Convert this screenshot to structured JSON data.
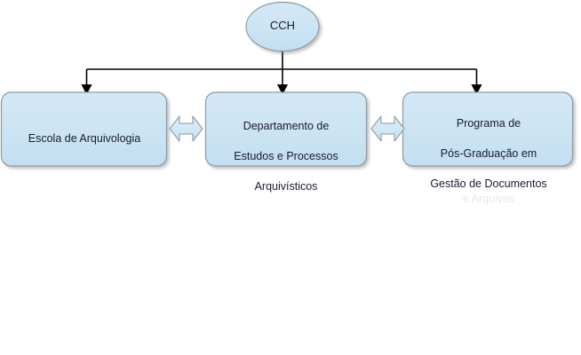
{
  "diagram": {
    "type": "organizational-hierarchy",
    "title": "",
    "background_color": "#ffffff",
    "node_fill_color": "#cce4f2",
    "node_border_color": "#8d9aa5",
    "connector_color": "#000000",
    "text_color": "#1a1a2e",
    "root": {
      "id": "cch",
      "shape": "ellipse",
      "label": "CCH"
    },
    "children": [
      {
        "id": "escola-arquivologia",
        "shape": "rounded-rectangle",
        "label": "Escola de Arquivologia",
        "lines": [
          "Escola de Arquivologia"
        ]
      },
      {
        "id": "departamento-estudos-processos",
        "shape": "rounded-rectangle",
        "label": "Departamento de Estudos e Processos Arquivísticos",
        "lines": [
          "Departamento de",
          "Estudos e Processos",
          "Arquivísticos"
        ]
      },
      {
        "id": "programa-pos-graduacao",
        "shape": "rounded-rectangle",
        "label": "Programa de Pós-Graduação em Gestão de Documentos",
        "lines": [
          "Programa de",
          "Pós-Graduação em",
          "Gestão de Documentos"
        ],
        "clipped_line": "e Arquivos"
      }
    ],
    "connectors": [
      {
        "id": "cch-to-escola",
        "kind": "arrow-down",
        "from": "cch",
        "to": "escola-arquivologia"
      },
      {
        "id": "cch-to-departamento",
        "kind": "arrow-down",
        "from": "cch",
        "to": "departamento-estudos-processos"
      },
      {
        "id": "cch-to-programa",
        "kind": "arrow-down",
        "from": "cch",
        "to": "programa-pos-graduacao"
      },
      {
        "id": "escola-departamento",
        "kind": "double-headed-arrow",
        "from": "escola-arquivologia",
        "to": "departamento-estudos-processos"
      },
      {
        "id": "departamento-programa",
        "kind": "double-headed-arrow",
        "from": "departamento-estudos-processos",
        "to": "programa-pos-graduacao"
      }
    ]
  }
}
